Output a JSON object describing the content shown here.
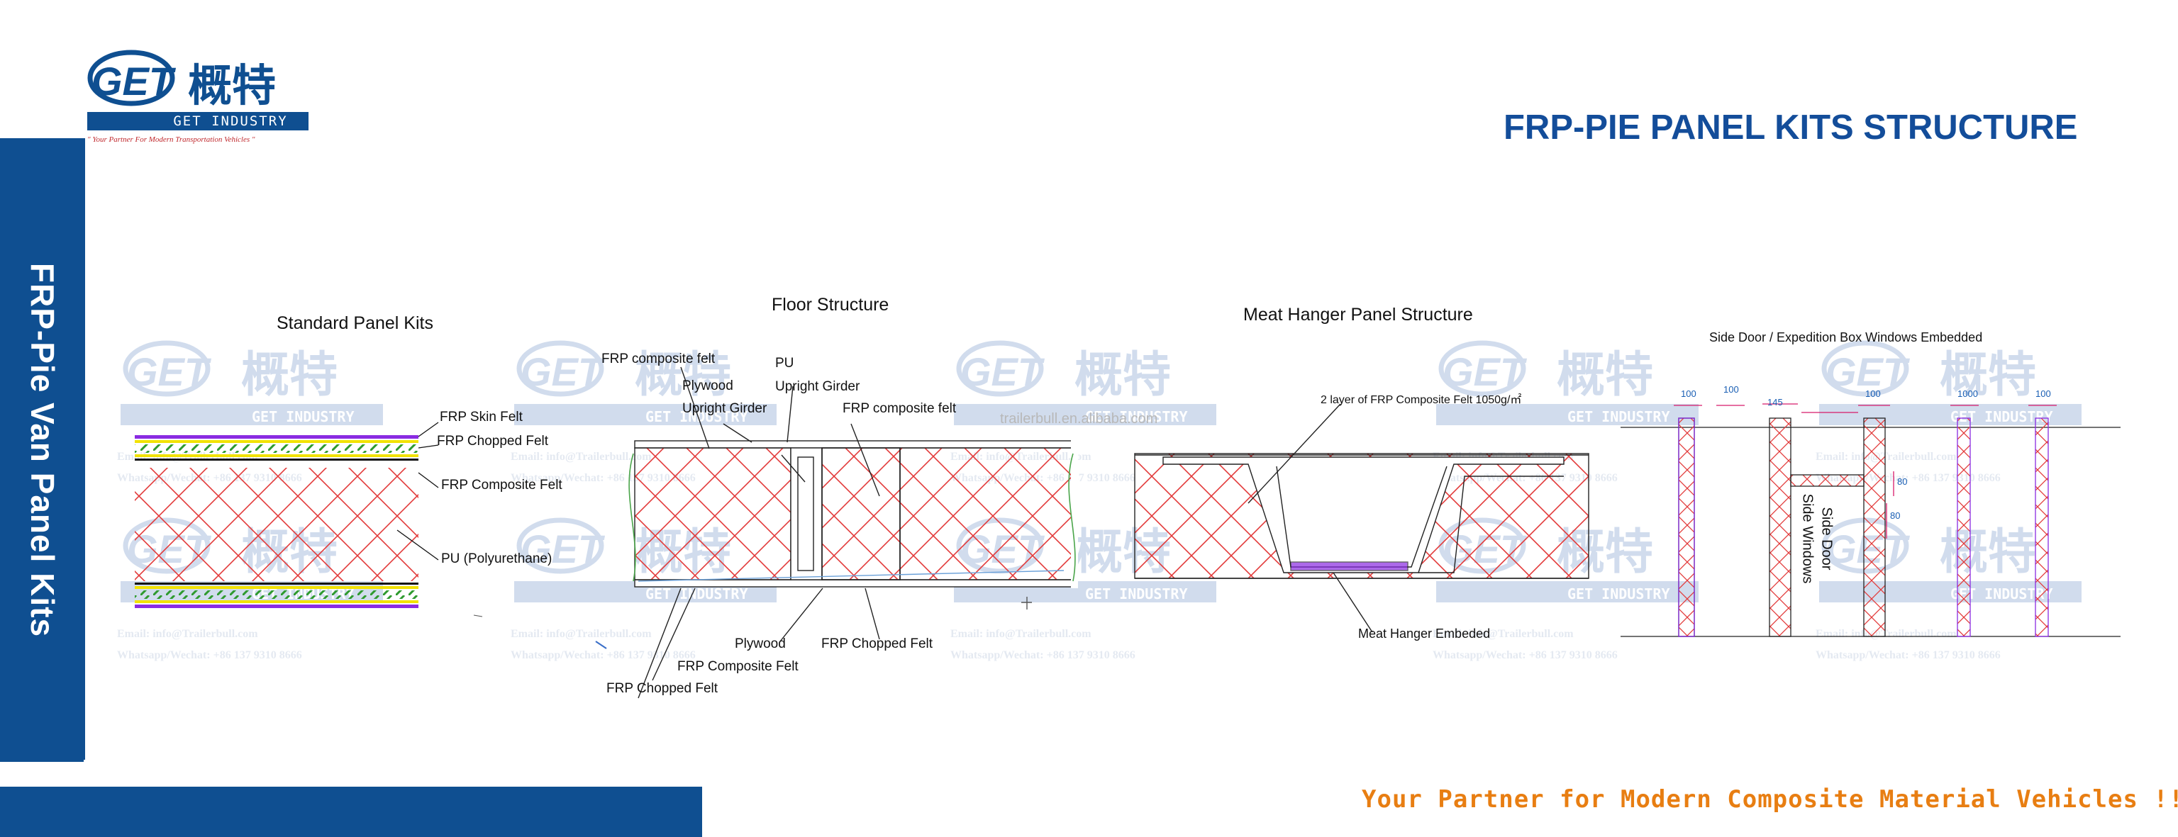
{
  "logo": {
    "latin": "GET",
    "cjk": "概特",
    "band": "GET INDUSTRY",
    "tagline": "\" Your Partner For Modern Transportation Vehicles \""
  },
  "sidebar": {
    "title": "FRP-Pie Van Panel Kits"
  },
  "page_title": "FRP-PIE PANEL KITS STRUCTURE",
  "slogan": "Your Partner for Modern Composite Material Vehicles !!!",
  "watermark": {
    "band": "GET INDUSTRY",
    "email": "Email: info@Trailerbull.com",
    "phone": "Whatsapp/Wechat: +86 137 9310 8666",
    "site": "trailerbull.en.alibaba.com"
  },
  "sections": {
    "standard": {
      "title": "Standard Panel Kits",
      "labels": [
        "FRP Skin Felt",
        "FRP Chopped Felt",
        "FRP Composite Felt",
        "PU (Polyurethane)"
      ]
    },
    "floor": {
      "title": "Floor Structure",
      "labels": {
        "frp_composite_felt_top": "FRP composite felt",
        "pu": "PU",
        "plywood_top": "Plywood",
        "upright_girder_1": "Upright Girder",
        "upright_girder_2": "Upright Girder",
        "frp_composite_felt_right": "FRP composite felt",
        "plywood_bottom": "Plywood",
        "frp_chopped_felt_right": "FRP Chopped Felt",
        "frp_composite_felt_bottom": "FRP Composite Felt",
        "frp_chopped_felt_bottom": "FRP Chopped Felt"
      }
    },
    "meat": {
      "title": "Meat Hanger Panel Structure",
      "labels": {
        "composite": "2 layer of FRP Composite Felt 1050g/㎡",
        "embed": "Meat Hanger Embeded"
      }
    },
    "side_door": {
      "title": "Side Door / Expedition Box Windows Embedded",
      "vertical_labels": [
        "Side Door",
        "Side Windows"
      ],
      "dims": [
        "100",
        "100",
        "145",
        "100",
        "1000",
        "100",
        "80",
        "80"
      ]
    }
  },
  "colors": {
    "brand_blue": "#0f4f91",
    "title_blue": "#134d9a",
    "slogan_orange": "#e87e12",
    "hatch_red": "#e23a3a",
    "felt_purple": "#8a2be2",
    "felt_green": "#2e9a2e",
    "felt_yellow": "#f2e200"
  }
}
